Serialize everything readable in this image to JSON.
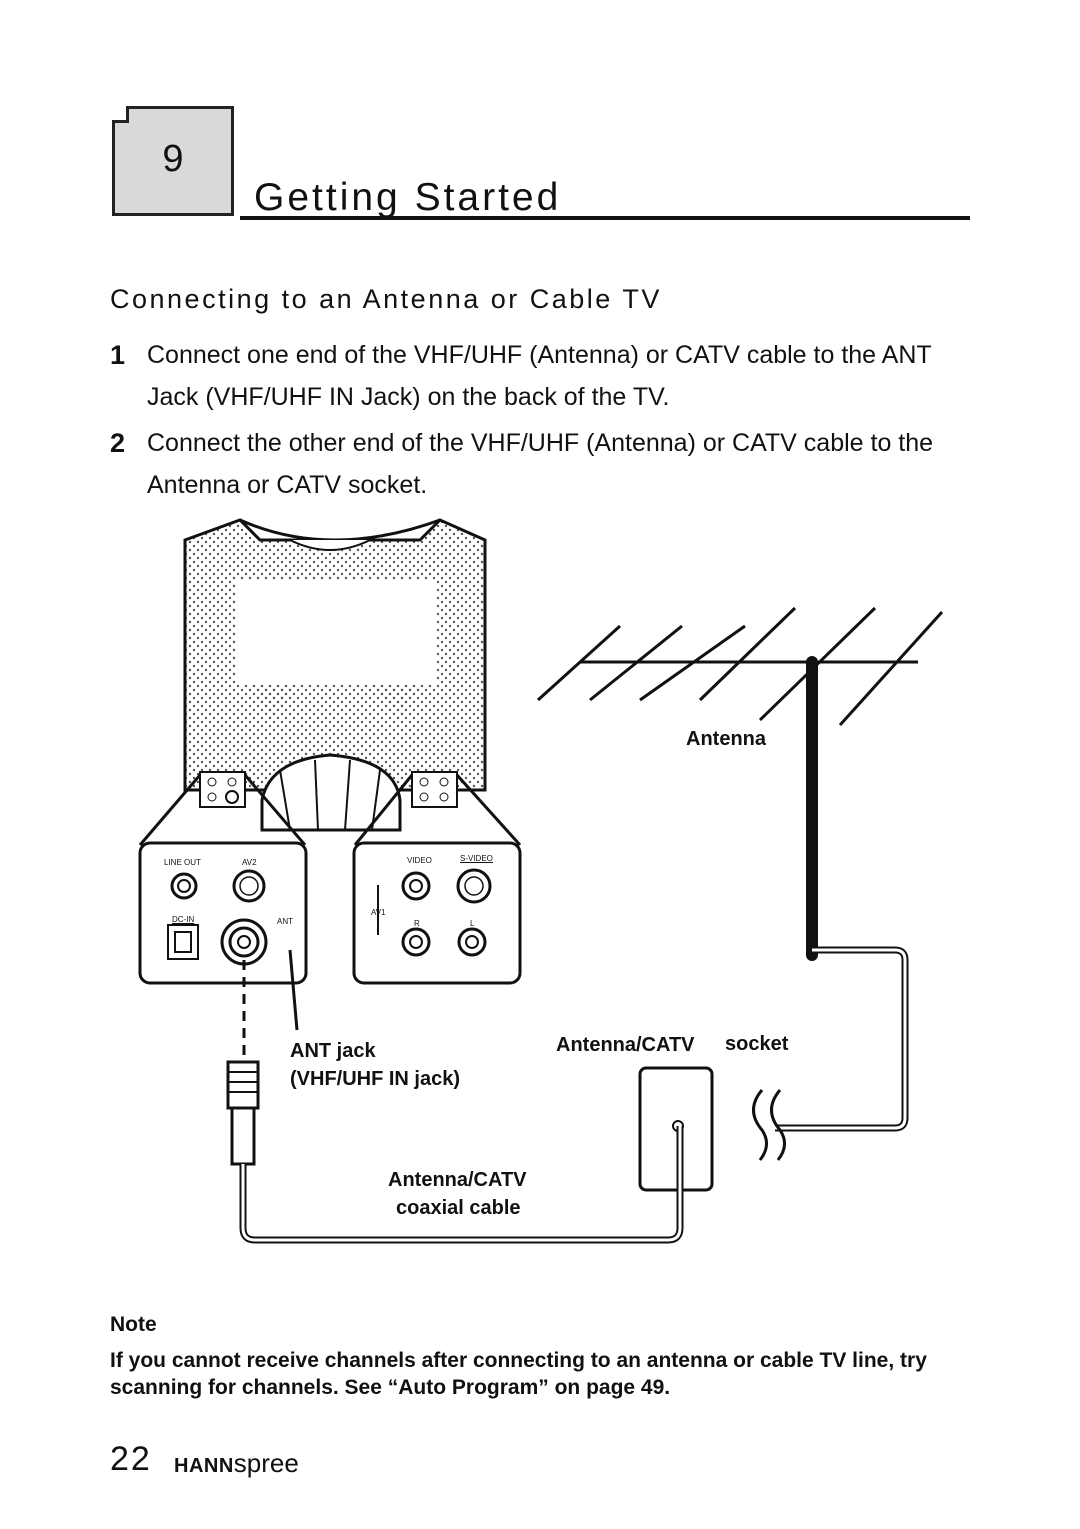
{
  "chapter": {
    "number": "9",
    "title": "Getting Started"
  },
  "section": {
    "title": "Connecting to an Antenna or Cable TV"
  },
  "steps": [
    {
      "num": "1",
      "text": "Connect one end of the VHF/UHF (Antenna) or CATV cable to the ANT Jack (VHF/UHF IN Jack) on the back of the TV."
    },
    {
      "num": "2",
      "text": "Connect the other end of the VHF/UHF (Antenna) or CATV cable to the Antenna or CATV socket."
    }
  ],
  "diagram": {
    "panel_left": {
      "line_out": "LINE OUT",
      "av2": "AV2",
      "dc_in": "DC-IN",
      "ant": "ANT"
    },
    "panel_right": {
      "video": "VIDEO",
      "s_video": "S-VIDEO",
      "av1": "AV1",
      "r": "R",
      "l": "L"
    },
    "labels": {
      "antenna": "Antenna",
      "ant_jack": "ANT jack",
      "vhf_uhf_in": "(VHF/UHF IN jack)",
      "socket_a": "Antenna/CATV",
      "socket_b": "socket",
      "cable_a": "Antenna/CATV",
      "cable_b": "coaxial cable"
    }
  },
  "note": {
    "label": "Note",
    "text": "If you cannot receive channels after connecting to an antenna or cable TV line, try scanning for channels. See “Auto Program” on page 49."
  },
  "footer": {
    "page_number": "22",
    "brand_bold": "HANN",
    "brand_rest": "spree"
  }
}
